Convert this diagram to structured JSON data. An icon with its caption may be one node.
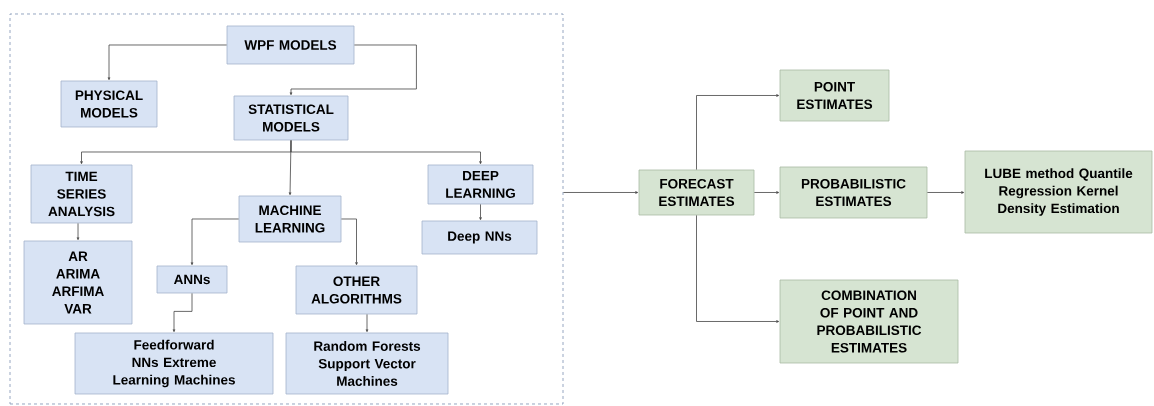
{
  "diagram": {
    "nodes": [
      {
        "text": [],
        "shape": "box"
      },
      {
        "text": [
          "WPF MODELS"
        ],
        "in": 0
      },
      {
        "text": [
          "PHYSICAL MODELS"
        ],
        "in": 0
      },
      {
        "text": [
          "STATISTICAL MODELS"
        ],
        "in": 0
      },
      {
        "text": [
          "TIME SERIES ANALYSIS"
        ],
        "in": 0
      },
      {
        "text": [
          "MACHINE LEARNING"
        ],
        "in": 0
      },
      {
        "text": [
          "DEEP LEARNING"
        ],
        "in": 0
      },
      {
        "text": [
          "AR ARIMA ARFIMA VAR"
        ],
        "in": 0
      },
      {
        "text": [
          "ANNs"
        ],
        "in": 0
      },
      {
        "text": [
          "OTHER ALGORITHMS"
        ],
        "in": 0
      },
      {
        "text": [
          "Deep NNs"
        ],
        "in": 0
      },
      {
        "text": [
          "Feedforward NNs Extreme Learning Machines"
        ],
        "in": 0
      },
      {
        "text": [
          "Random Forests Support Vector Machines"
        ],
        "in": 0
      },
      {
        "text": [
          "FORECAST ESTIMATES"
        ]
      },
      {
        "text": [
          "POINT ESTIMATES"
        ]
      },
      {
        "text": [
          "PROBABILISTIC ESTIMATES"
        ]
      },
      {
        "text": [
          "LUBE method Quantile Regression Kernel Density Estimation"
        ]
      },
      {
        "text": [
          "COMBINATION OF POINT AND PROBABILISTIC ESTIMATES"
        ]
      }
    ],
    "edges": [
      {
        "from": 1,
        "to": 2,
        "arrow": "to"
      },
      {
        "from": 1,
        "to": 3,
        "arrow": "to"
      },
      {
        "from": 3,
        "to": 4,
        "arrow": "to"
      },
      {
        "from": 3,
        "to": 5,
        "arrow": "to"
      },
      {
        "from": 3,
        "to": 6,
        "arrow": "to"
      },
      {
        "from": 4,
        "to": 7,
        "arrow": "to"
      },
      {
        "from": 5,
        "to": 8,
        "arrow": "to"
      },
      {
        "from": 5,
        "to": 9,
        "arrow": "to"
      },
      {
        "from": 6,
        "to": 10,
        "arrow": "to"
      },
      {
        "from": 8,
        "to": 11,
        "arrow": "to"
      },
      {
        "from": 9,
        "to": 12,
        "arrow": "to"
      },
      {
        "from": 0,
        "to": 13,
        "arrow": "to"
      },
      {
        "from": 13,
        "to": 14,
        "arrow": "to"
      },
      {
        "from": 13,
        "to": 15,
        "arrow": "to"
      },
      {
        "from": 13,
        "to": 17,
        "arrow": "to"
      },
      {
        "from": 15,
        "to": 16,
        "arrow": "to"
      }
    ]
  }
}
